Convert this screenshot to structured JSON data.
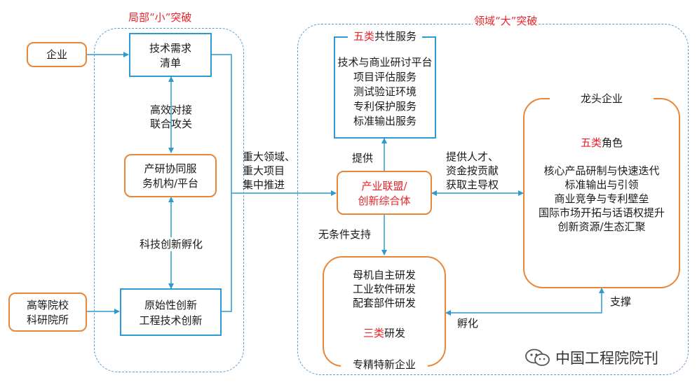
{
  "left_region": {
    "title_a": "局部",
    "title_b": "“小”",
    "title_c": "突破"
  },
  "right_region": {
    "title_a": "领域",
    "title_b": "“大”",
    "title_c": "突破"
  },
  "enterprise": "企业",
  "universities": [
    "高等院校",
    "科研院所"
  ],
  "tech_demand": [
    "技术需求",
    "清单"
  ],
  "coop_platform": [
    "产研协同服",
    "务机构/平台"
  ],
  "original_innovation": [
    "原始性创新",
    "工程技术创新"
  ],
  "label_efficient": [
    "高效对接",
    "联合攻关"
  ],
  "label_incubate": "科技创新孵化",
  "label_major": [
    "重大领域、",
    "重大项目",
    "集中推进"
  ],
  "services": {
    "title_red": "五类",
    "title_rest": "共性服务",
    "items": [
      "技术与商业研讨平台",
      "项目评估服务",
      "测试验证环境",
      "专利保护服务",
      "标准输出服务"
    ]
  },
  "label_provide": "提供",
  "alliance": [
    "产业联盟/",
    "创新综合体"
  ],
  "label_talent": [
    "提供人才、",
    "资金按贡献",
    "获取主导权"
  ],
  "label_unconditional": "无条件支持",
  "leading": {
    "title": "龙头企业",
    "roles_red": "五类",
    "roles_rest": "角色",
    "items": [
      "核心产品研制与快速迭代",
      "标准输出与引领",
      "商业竞争与专利壁垒",
      "国际市场开拓与话语权提升",
      "创新资源/生态汇聚"
    ]
  },
  "research": {
    "items": [
      "母机自主研发",
      "工业软件研发",
      "配套部件研发"
    ],
    "kinds_red": "三类",
    "kinds_rest": "研发",
    "footer": "专精特新企业"
  },
  "label_support": "支撑",
  "label_hatch": "孵化",
  "watermark": "中国工程院院刊",
  "colors": {
    "blue": "#2e9ad0",
    "orange": "#e8873a",
    "red": "#e8232a",
    "dashed": "#5b9bd5"
  }
}
